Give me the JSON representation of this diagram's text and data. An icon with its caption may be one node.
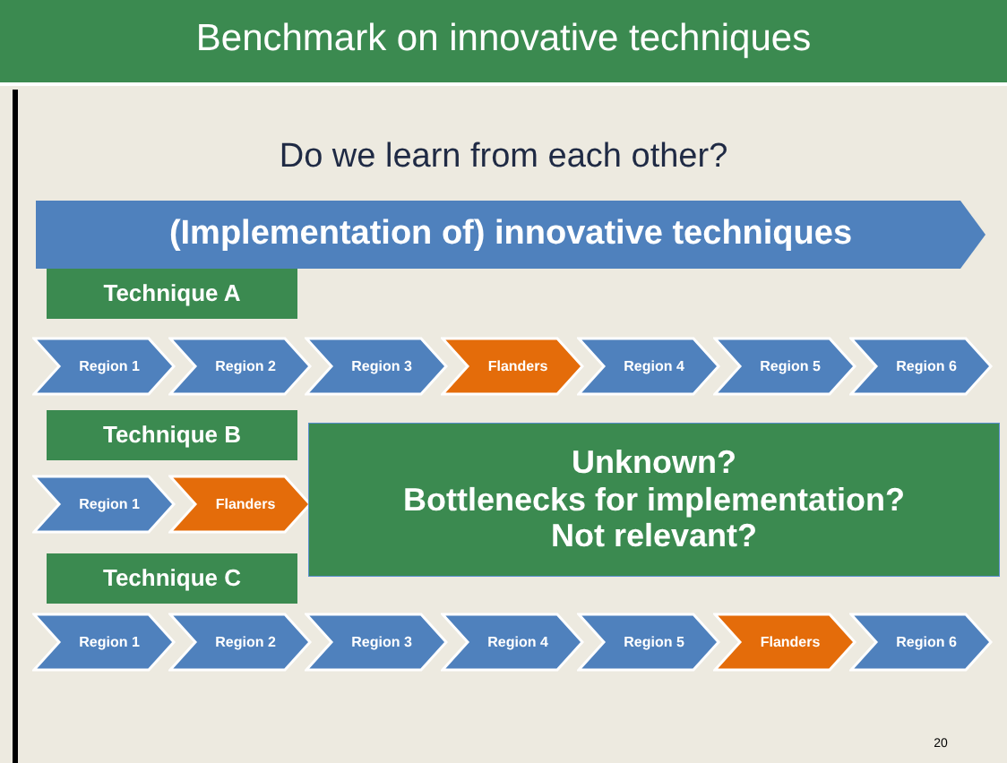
{
  "diagram": {
    "title": "Benchmark on innovative techniques",
    "nodes": [
      {
        "text": [
          "(Implementation of) innovative techniques"
        ]
      },
      {
        "text": [
          "Technique A"
        ]
      },
      {
        "text": [
          "Region 1"
        ]
      },
      {
        "text": [
          "Region 2"
        ]
      },
      {
        "text": [
          "Region 3"
        ]
      },
      {
        "text": [
          "Flanders"
        ]
      },
      {
        "text": [
          "Region 4"
        ]
      },
      {
        "text": [
          "Region 5"
        ]
      },
      {
        "text": [
          "Region 6"
        ]
      },
      {
        "text": [
          "Technique B"
        ]
      },
      {
        "text": [
          "Region 1"
        ]
      },
      {
        "text": [
          "Flanders"
        ]
      },
      {
        "text": [
          "Unknown?",
          "Bottlenecks for implementation?",
          "Not relevant?"
        ]
      },
      {
        "text": [
          "Technique C"
        ]
      },
      {
        "text": [
          "Region 1"
        ]
      },
      {
        "text": [
          "Region 2"
        ]
      },
      {
        "text": [
          "Region 3"
        ]
      },
      {
        "text": [
          "Region 4"
        ]
      },
      {
        "text": [
          "Region 5"
        ]
      },
      {
        "text": [
          "Flanders"
        ]
      },
      {
        "text": [
          "Region 6"
        ]
      }
    ],
    "labels": [
      "Do we learn from each other?",
      "20"
    ]
  }
}
